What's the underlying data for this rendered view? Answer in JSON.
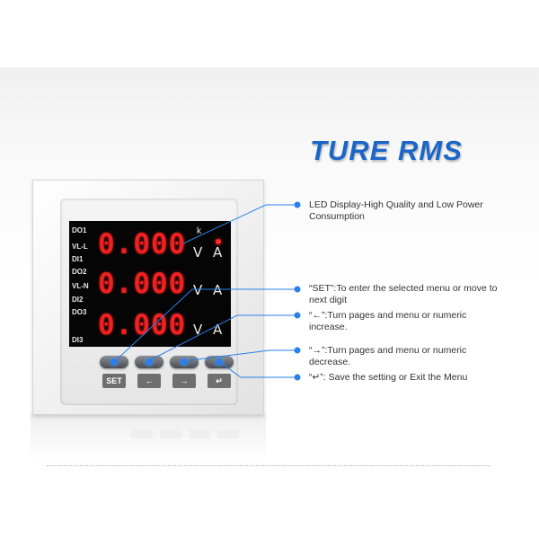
{
  "title": "TURE RMS",
  "display": {
    "rows": [
      {
        "top_label": "DO1",
        "mid_label": "VL-L",
        "bottom_label": "DI1",
        "reading": "0.000",
        "unit_v": "V",
        "unit_a": "A"
      },
      {
        "top_label": "DO2",
        "mid_label": "VL-N",
        "bottom_label": "DI2",
        "reading": "0.000",
        "unit_v": "V",
        "unit_a": "A"
      },
      {
        "top_label": "DO3",
        "mid_label": "",
        "bottom_label": "DI3",
        "reading": "0.000",
        "unit_v": "V",
        "unit_a": "A"
      }
    ],
    "k_label": "k"
  },
  "keys": {
    "set": "SET",
    "left": "←",
    "right": "→",
    "enter": "↵"
  },
  "annotations": [
    "LED Display-High Quality and Low Power Consumption",
    "“SET”:To enter the selected menu or move to next digit",
    "“←”:Turn pages and menu or numeric increase.",
    "“→”:Turn pages and menu or numeric decrease.",
    "“↵”:  Save the setting or Exit the Menu"
  ],
  "colors": {
    "accent": "#1c66c7",
    "led_red": "#f12020",
    "leader_blue": "#2a7fe8"
  }
}
